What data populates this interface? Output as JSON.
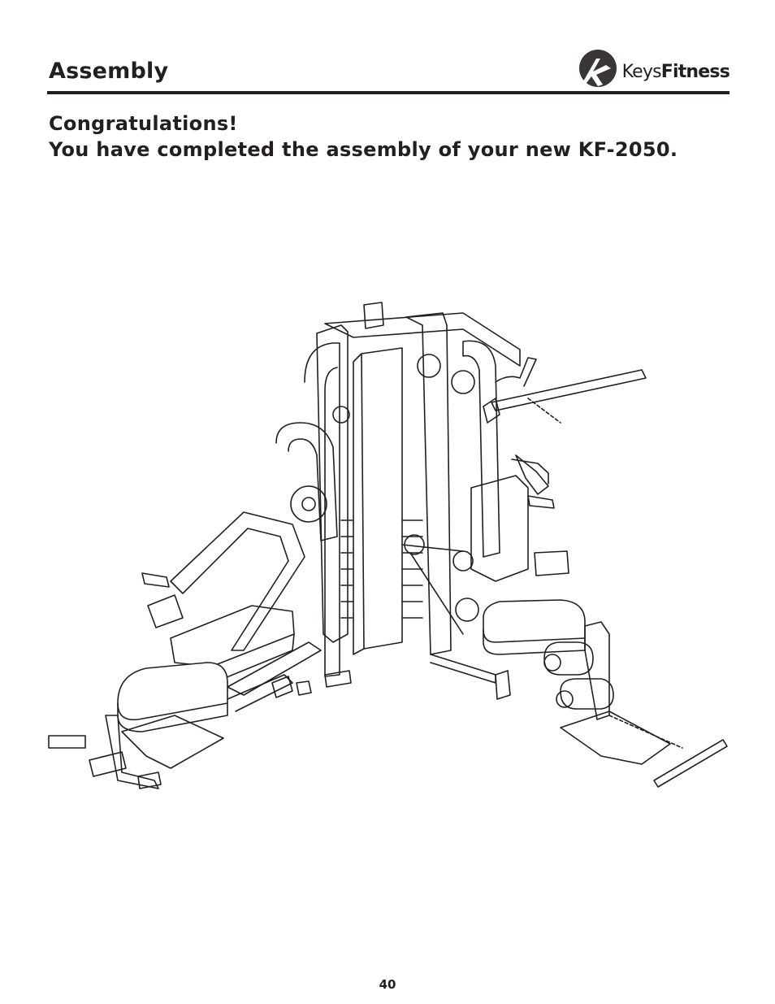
{
  "header": {
    "section_title": "Assembly",
    "logo": {
      "icon": "keys-fitness-logo-icon",
      "word_light": "Keys",
      "word_bold": "Fitness"
    }
  },
  "headline": {
    "line1": "Congratulations!",
    "line2": "You have completed the assembly of your new KF-2050."
  },
  "illustration": {
    "icon": "home-gym-line-drawing"
  },
  "footer": {
    "page_number": "40"
  }
}
